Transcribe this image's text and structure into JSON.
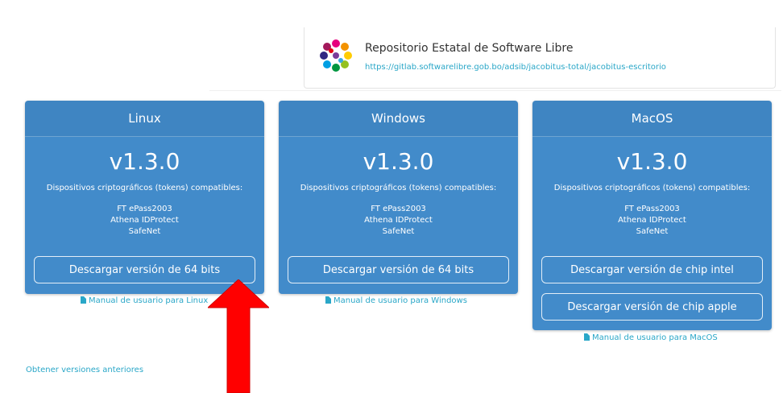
{
  "repo": {
    "title": "Repositorio Estatal de Software Libre",
    "url": "https://gitlab.softwarelibre.gob.bo/adsib/jacobitus-total/jacobitus-escritorio",
    "icon": "software-libre-logo"
  },
  "devices_label": "Dispositivos criptográficos (tokens) compatibles:",
  "devices": [
    "FT ePass2003",
    "Athena IDProtect",
    "SafeNet"
  ],
  "cards": [
    {
      "os": "Linux",
      "version": "v1.3.0",
      "buttons": [
        "Descargar versión de 64 bits"
      ],
      "manual": "Manual de usuario para Linux"
    },
    {
      "os": "Windows",
      "version": "v1.3.0",
      "buttons": [
        "Descargar versión de 64 bits"
      ],
      "manual": "Manual de usuario para Windows"
    },
    {
      "os": "MacOS",
      "version": "v1.3.0",
      "buttons": [
        "Descargar versión de chip intel",
        "Descargar versión de chip apple"
      ],
      "manual": "Manual de usuario para MacOS"
    }
  ],
  "older_versions": "Obtener versiones anteriores",
  "colors": {
    "card_bg": "#428bca",
    "link": "#2aa7c8",
    "annotation_arrow": "#ff0000"
  }
}
